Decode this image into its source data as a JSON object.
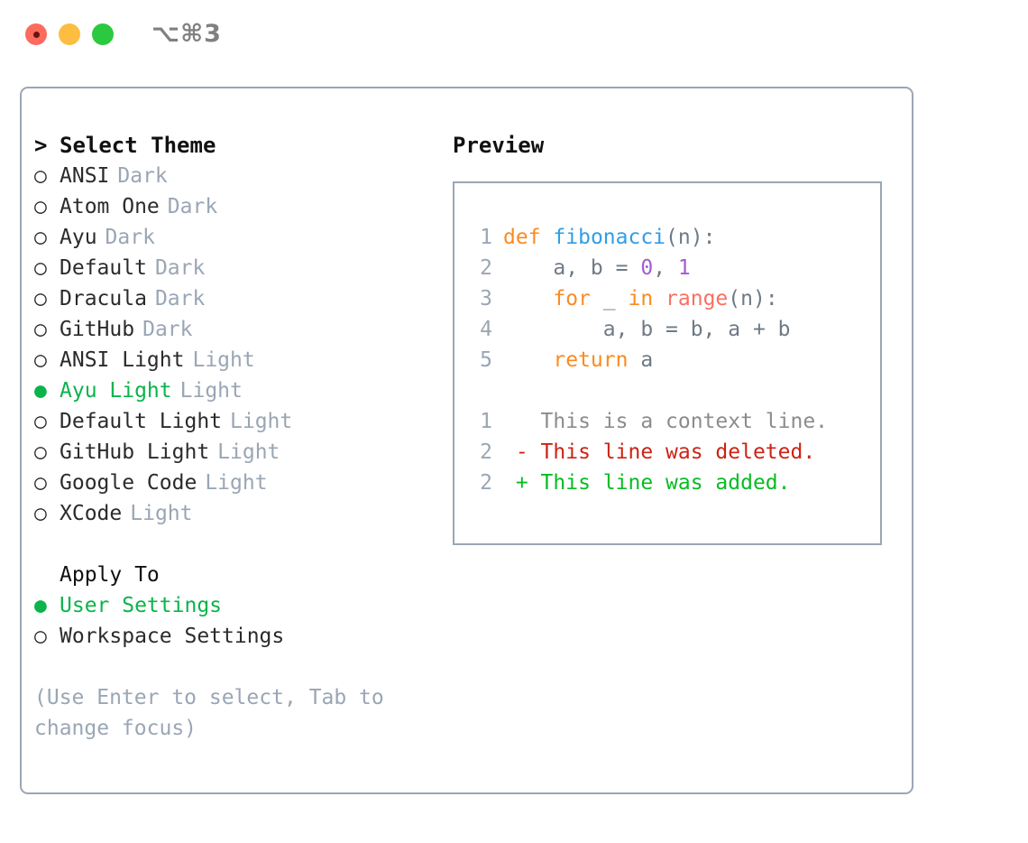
{
  "window": {
    "title": "⌥⌘3",
    "controls": [
      {
        "name": "close",
        "color": "#fd6b5f"
      },
      {
        "name": "minimize",
        "color": "#fdbd41"
      },
      {
        "name": "maximize",
        "color": "#2bc940"
      }
    ]
  },
  "theme_list": {
    "header_caret": ">",
    "header_label": "Select Theme",
    "marker_on": "●",
    "marker_off": "○",
    "items": [
      {
        "name": "ANSI",
        "variant": "Dark",
        "selected": false
      },
      {
        "name": "Atom One",
        "variant": "Dark",
        "selected": false
      },
      {
        "name": "Ayu",
        "variant": "Dark",
        "selected": false
      },
      {
        "name": "Default",
        "variant": "Dark",
        "selected": false
      },
      {
        "name": "Dracula",
        "variant": "Dark",
        "selected": false
      },
      {
        "name": "GitHub",
        "variant": "Dark",
        "selected": false
      },
      {
        "name": "ANSI Light",
        "variant": "Light",
        "selected": false
      },
      {
        "name": "Ayu Light",
        "variant": "Light",
        "selected": true
      },
      {
        "name": "Default Light",
        "variant": "Light",
        "selected": false
      },
      {
        "name": "GitHub Light",
        "variant": "Light",
        "selected": false
      },
      {
        "name": "Google Code",
        "variant": "Light",
        "selected": false
      },
      {
        "name": "XCode",
        "variant": "Light",
        "selected": false
      }
    ]
  },
  "apply_to": {
    "header_label": "Apply To",
    "options": [
      {
        "label": "User Settings",
        "selected": true
      },
      {
        "label": "Workspace Settings",
        "selected": false
      }
    ]
  },
  "hint": "(Use Enter to select, Tab to change focus)",
  "preview": {
    "title": "Preview",
    "code_lines": [
      {
        "number": "1",
        "tokens": [
          {
            "t": "def",
            "c": "kw"
          },
          {
            "t": " ",
            "c": "pl"
          },
          {
            "t": "fibonacci",
            "c": "fn"
          },
          {
            "t": "(n):",
            "c": "pl"
          }
        ]
      },
      {
        "number": "2",
        "tokens": [
          {
            "t": "    a, b = ",
            "c": "pl"
          },
          {
            "t": "0",
            "c": "num"
          },
          {
            "t": ", ",
            "c": "pl"
          },
          {
            "t": "1",
            "c": "num"
          }
        ]
      },
      {
        "number": "3",
        "tokens": [
          {
            "t": "    ",
            "c": "pl"
          },
          {
            "t": "for",
            "c": "kw"
          },
          {
            "t": " _ ",
            "c": "pl"
          },
          {
            "t": "in",
            "c": "kw"
          },
          {
            "t": " ",
            "c": "pl"
          },
          {
            "t": "range",
            "c": "bi"
          },
          {
            "t": "(n):",
            "c": "pl"
          }
        ]
      },
      {
        "number": "4",
        "tokens": [
          {
            "t": "        a, b = b, a + b",
            "c": "pl"
          }
        ]
      },
      {
        "number": "5",
        "tokens": [
          {
            "t": "    ",
            "c": "pl"
          },
          {
            "t": "return",
            "c": "kw"
          },
          {
            "t": " a",
            "c": "pl"
          }
        ]
      },
      {
        "number": "",
        "tokens": []
      },
      {
        "number": "1",
        "tokens": [
          {
            "t": "   This is a context line.",
            "c": "ctx"
          }
        ]
      },
      {
        "number": "2",
        "tokens": [
          {
            "t": " - This line was deleted.",
            "c": "del"
          }
        ]
      },
      {
        "number": "2",
        "tokens": [
          {
            "t": " + This line was added.",
            "c": "add"
          }
        ]
      }
    ]
  },
  "colors": {
    "accent_green": "#0ab44a",
    "muted": "#9aa6b5",
    "text": "#2b2b2b",
    "keyword": "#fb8b22",
    "function": "#2f9ee8",
    "builtin": "#fa6f63",
    "number": "#a45ccd",
    "diff_added": "#09bb23",
    "diff_deleted": "#cc2314",
    "border": "#9aa6b5"
  }
}
